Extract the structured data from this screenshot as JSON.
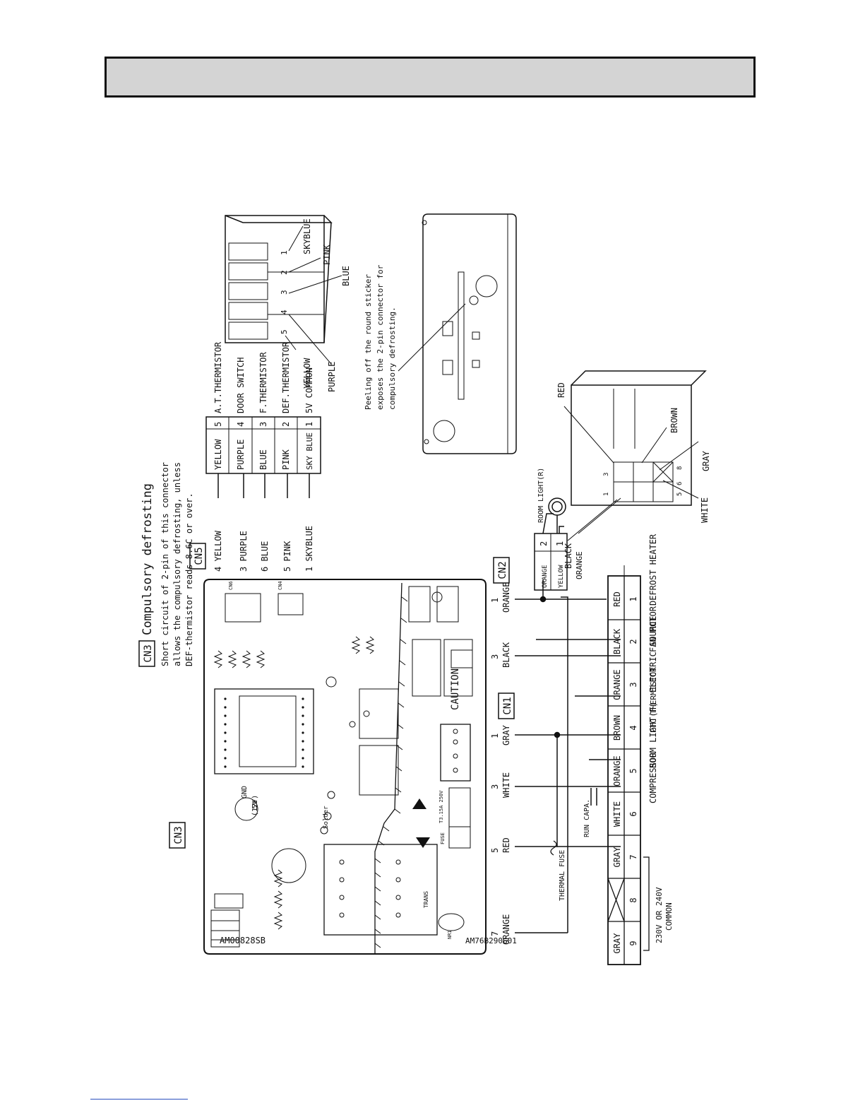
{
  "header": {
    "title": ""
  },
  "board": {
    "cn3_heading_box": "CN3",
    "cn3_title": "Compulsory defrosting",
    "cn3_note_lines": [
      "Short circuit of 2-pin of this connector",
      "allows the compulsory defrosting, unless",
      "DEF-thermistor reads 8.6C or over."
    ],
    "cn3_label": "CN3",
    "part_number_top": "AM00828SB",
    "part_number_bottom": "AM76B290G01",
    "gnd": "GND",
    "five_v": "5V",
    "twelve_v": "(12V)",
    "solder": "Solder",
    "caution": "CAUTION",
    "trans": "TRANS",
    "fuse": "FUSE",
    "fuse_rating": "T3.15A 250V",
    "nr1": "NR1",
    "cn6": "CN6",
    "cn4": "CN4"
  },
  "cn5": {
    "label": "CN5",
    "left_wires": [
      "4 YELLOW",
      "3 PURPLE",
      "6 BLUE",
      "5 PINK",
      "1 SKYBLUE"
    ],
    "rows": [
      {
        "color": "YELLOW",
        "pin": "5",
        "function": "A.T.THERMISTOR"
      },
      {
        "color": "PURPLE",
        "pin": "4",
        "function": "DOOR SWITCH"
      },
      {
        "color": "BLUE",
        "pin": "3",
        "function": "F.THERMISTOR"
      },
      {
        "color": "PINK",
        "pin": "2",
        "function": "DEF.THERMISTOR"
      },
      {
        "color": "SKY BLUE",
        "pin": "1",
        "function": "5V COMMON"
      }
    ],
    "connector_pins": [
      "5",
      "4",
      "3",
      "2",
      "1"
    ],
    "connector_callouts": [
      "YELLOW",
      "PURPLE",
      "BLUE",
      "PINK",
      "SKYBLUE"
    ]
  },
  "sticker": {
    "note_lines": [
      "Peeling off the round sticker",
      "exposes the 2-pin connector for",
      "compulsory defrosting."
    ]
  },
  "cn2": {
    "label": "CN2",
    "room_light": "ROOM LIGHT(R)",
    "pins": [
      {
        "color": "ORANGE",
        "pin": "2"
      },
      {
        "color": "YELLOW",
        "pin": "1"
      }
    ]
  },
  "cn1": {
    "label": "CN1",
    "board_wires": [
      {
        "pin": "1",
        "color": "ORANGE"
      },
      {
        "pin": "3",
        "color": "BLACK"
      },
      {
        "pin": "1",
        "color": "GRAY"
      },
      {
        "pin": "3",
        "color": "WHITE"
      },
      {
        "pin": "5",
        "color": "RED"
      },
      {
        "pin": "7",
        "color": "ORANGE"
      }
    ],
    "terminals": [
      {
        "color": "RED",
        "pin": "1",
        "function": "DEFROST HEATER"
      },
      {
        "color": "BLACK",
        "pin": "2",
        "function": "FAN MOTOR"
      },
      {
        "color": "ORANGE",
        "pin": "3",
        "function": "ELECTRIC SOURCE"
      },
      {
        "color": "BROWN",
        "pin": "4",
        "function": "PTC THERMISTOR"
      },
      {
        "color": "ORANGE",
        "pin": "5",
        "function": "ROOM LIGHT(F)"
      },
      {
        "color": "WHITE",
        "pin": "6",
        "function": "COMPRESSOR"
      },
      {
        "color": "GRAY",
        "pin": "7",
        "function": ""
      },
      {
        "color": "",
        "pin": "8",
        "function": ""
      },
      {
        "color": "GRAY",
        "pin": "9",
        "function": ""
      }
    ],
    "thermal_fuse": "THERMAL FUSE",
    "run_capa": "RUN CAPA.",
    "common_lines": [
      "230V OR 240V",
      "COMMON"
    ],
    "connector_callouts": [
      "RED",
      "BROWN",
      "GRAY",
      "WHITE",
      "ORANGE",
      "BLACK"
    ],
    "connector_pins": [
      "1",
      "3",
      "5",
      "6",
      "8"
    ]
  }
}
